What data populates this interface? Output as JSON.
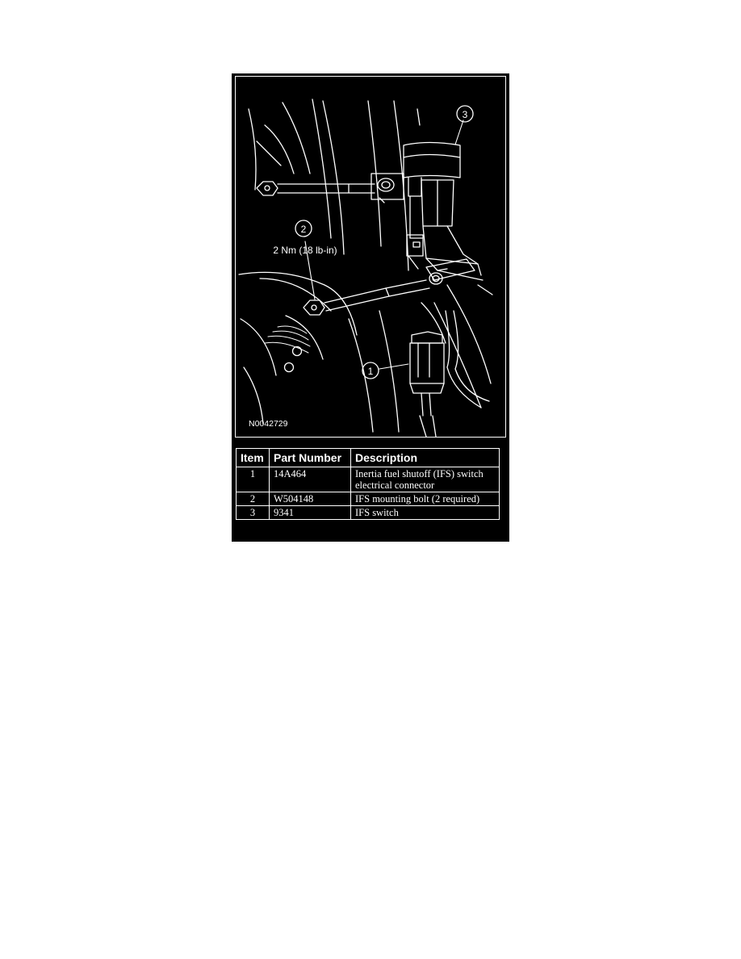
{
  "figure": {
    "drawing_id": "N0042729",
    "callouts": [
      {
        "number": "1"
      },
      {
        "number": "2",
        "note": "2 Nm (18 lb-in)"
      },
      {
        "number": "3"
      }
    ]
  },
  "table": {
    "headers": {
      "item": "Item",
      "part_number": "Part Number",
      "description": "Description"
    },
    "rows": [
      {
        "item": "1",
        "part_number": "14A464",
        "description": "Inertia fuel shutoff (IFS) switch electrical connector"
      },
      {
        "item": "2",
        "part_number": "W504148",
        "description": "IFS mounting bolt (2 required)"
      },
      {
        "item": "3",
        "part_number": "9341",
        "description": "IFS switch"
      }
    ]
  },
  "colors": {
    "background": "#000000",
    "linework": "#ffffff",
    "page": "#ffffff"
  }
}
